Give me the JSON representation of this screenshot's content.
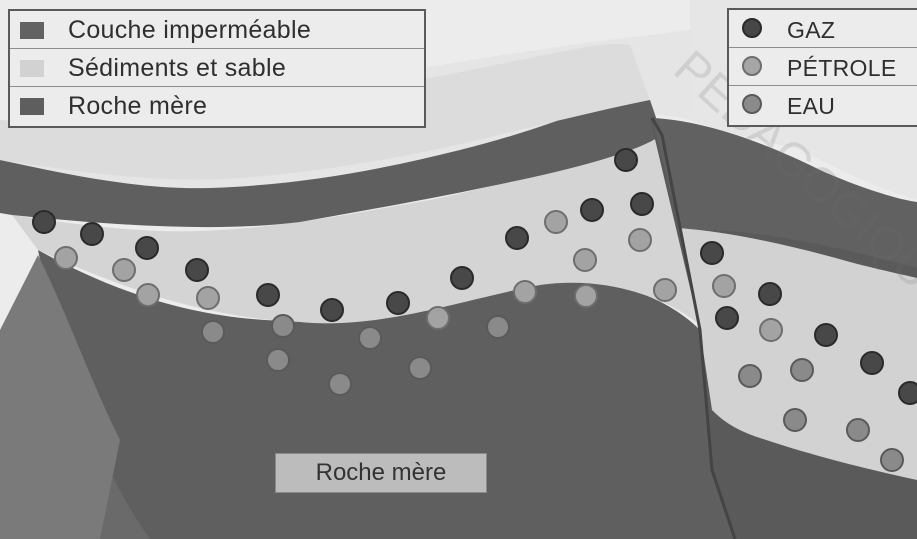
{
  "legend_layers": {
    "items": [
      {
        "label": "Couche imperméable",
        "color": "#626262"
      },
      {
        "label": "Sédiments et sable",
        "color": "#d2d2d2"
      },
      {
        "label": "Roche mère",
        "color": "#5e5e5e"
      }
    ]
  },
  "legend_fluids": {
    "items": [
      {
        "label": "GAZ",
        "color": "#474747"
      },
      {
        "label": "PÉTROLE",
        "color": "#a6a6a6"
      },
      {
        "label": "EAU",
        "color": "#8a8a8a"
      }
    ]
  },
  "diagram": {
    "label": "Roche mère"
  },
  "watermark": "PÉDAGOGIQUE",
  "colors": {
    "impermeable": "#5f5f5f",
    "sediments": "#d6d6d6",
    "source_rock": "#616161",
    "background": "#ececec"
  }
}
